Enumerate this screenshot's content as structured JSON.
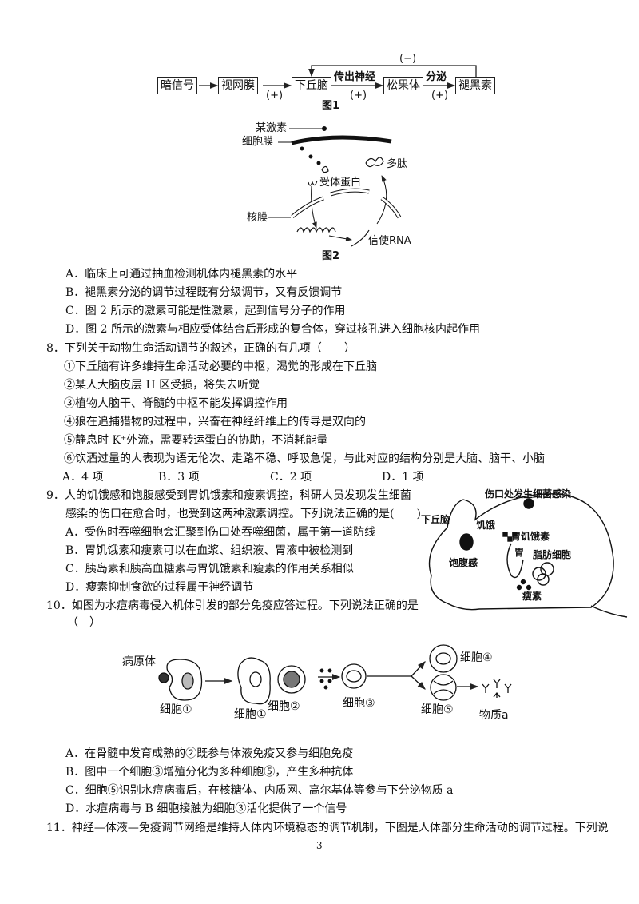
{
  "fig1": {
    "boxes": [
      "暗信号",
      "视网膜",
      "下丘脑",
      "松果体",
      "褪黑素"
    ],
    "arrow_labels": [
      "(+)",
      "传出神经",
      "(+)",
      "分泌",
      "(+)"
    ],
    "feedback": "(−)",
    "caption": "图1"
  },
  "fig2": {
    "labels": [
      "某激素",
      "细胞膜",
      "多肽",
      "受体蛋白",
      "核膜",
      "信使RNA"
    ],
    "caption": "图2"
  },
  "q7_options": [
    "A．临床上可通过抽血检测机体内褪黑素的水平",
    "B．褪黑素分泌的调节过程既有分级调节，又有反馈调节",
    "C．图 2 所示的激素可能是性激素，起到信号分子的作用",
    "D．图 2 所示的激素与相应受体结合后形成的复合体，穿过核孔进入细胞核内起作用"
  ],
  "q8": {
    "stem": "8．下列关于动物生命活动调节的叙述，正确的有几项（　　）",
    "items": [
      "①下丘脑有许多维持生命活动必要的中枢，渴觉的形成在下丘脑",
      "②某人大脑皮层 H 区受损，将失去听觉",
      "③植物人脑干、脊髓的中枢不能发挥调控作用",
      "④狼在追捕猎物的过程中，兴奋在神经纤维上的传导是双向的",
      "⑤静息时 K⁺外流，需要转运蛋白的协助，不消耗能量",
      "⑥饮酒过量的人表现为语无伦次、走路不稳、呼吸急促，与此对应的结构分别是大脑、脑干、小脑"
    ],
    "options": [
      "A．4 项",
      "B．3 项",
      "C．2 项",
      "D．1 项"
    ]
  },
  "q9": {
    "stem1": "9．人的饥饿感和饱腹感受到胃饥饿素和瘦素调控，科研人员发现发生细菌",
    "stem2": "感染的伤口在愈合时，也受到这两种激素调控。下列说法正确的是(　　)",
    "options": [
      "A．受伤时吞噬细胞会汇聚到伤口处吞噬细菌，属于第一道防线",
      "B．胃饥饿素和瘦素可以在血浆、组织液、胃液中被检测到",
      "C．胰岛素和胰高血糖素与胃饥饿素和瘦素的作用关系相似",
      "D．瘦素抑制食欲的过程属于神经调节"
    ],
    "figure_labels": [
      "伤口处发生细菌感染",
      "下丘脑",
      "饥饿",
      "胃饥饿素",
      "胃",
      "脂肪细胞",
      "饱腹感",
      "瘦素"
    ]
  },
  "q10": {
    "stem": "10．如图为水痘病毒侵入机体引发的部分免疫应答过程。下列说法正确的是",
    "paren": "（　）",
    "figure_labels": [
      "病原体",
      "细胞①",
      "细胞①",
      "细胞②",
      "细胞③",
      "细胞④",
      "细胞⑤",
      "物质a"
    ],
    "options": [
      "A．在骨髓中发育成熟的②既参与体液免疫又参与细胞免疫",
      "B．图中一个细胞③增殖分化为多种细胞⑤，产生多种抗体",
      "C．细胞⑤识别水痘病毒后，在核糖体、内质网、高尔基体等参与下分泌物质 a",
      "D．水痘病毒与 B 细胞接触为细胞③活化提供了一个信号"
    ]
  },
  "q11": {
    "stem": "11．神经—体液—免疫调节网络是维持人体内环境稳态的调节机制，下图是人体部分生命活动的调节过程。下列说"
  },
  "page_number": "3"
}
